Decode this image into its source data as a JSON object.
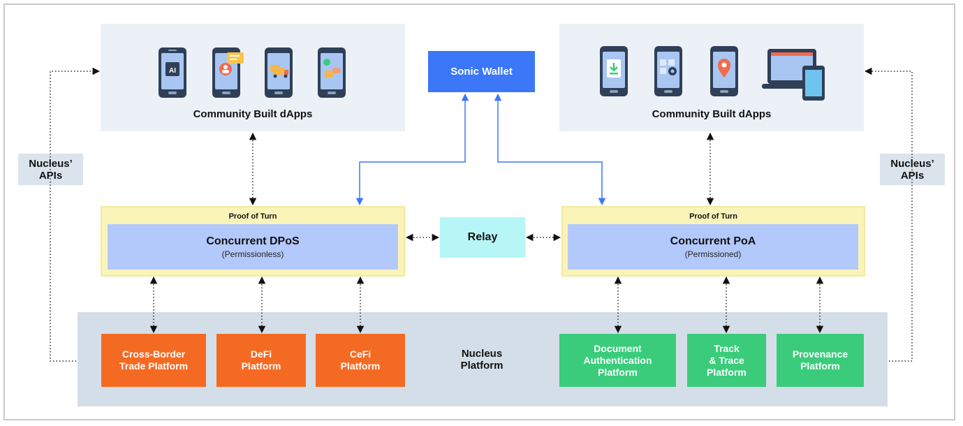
{
  "dapps_left": {
    "title": "Community Built dApps",
    "icons": [
      "ai-chip-phone-icon",
      "user-chat-phone-icon",
      "delivery-truck-phone-icon",
      "payment-phone-icon"
    ]
  },
  "dapps_right": {
    "title": "Community Built dApps",
    "icons": [
      "download-document-phone-icon",
      "settings-grid-phone-icon",
      "location-pin-phone-icon",
      "laptop-tablet-icon"
    ]
  },
  "wallet": {
    "label": "Sonic Wallet"
  },
  "apis_left": {
    "line1": "Nucleus’",
    "line2": "APIs"
  },
  "apis_right": {
    "line1": "Nucleus’",
    "line2": "APIs"
  },
  "left_chain": {
    "header": "Proof of Turn",
    "title": "Concurrent DPoS",
    "subtitle": "(Permissionless)"
  },
  "right_chain": {
    "header": "Proof of Turn",
    "title": "Concurrent PoA",
    "subtitle": "(Permissioned)"
  },
  "relay": {
    "label": "Relay"
  },
  "nucleus": {
    "label_line1": "Nucleus",
    "label_line2": "Platform",
    "left_platforms": [
      {
        "line1": "Cross-Border",
        "line2": "Trade Platform"
      },
      {
        "line1": "DeFi",
        "line2": "Platform"
      },
      {
        "line1": "CeFi",
        "line2": "Platform"
      }
    ],
    "right_platforms": [
      {
        "line1": "Document",
        "line2": "Authentication",
        "line3": "Platform"
      },
      {
        "line1": "Track",
        "line2": "& Trace",
        "line3": "Platform"
      },
      {
        "line1": "Provenance",
        "line2": "Platform"
      }
    ]
  },
  "colors": {
    "wallet": "#3b77f6",
    "proof_of_turn": "#fbf4b8",
    "consensus": "#b3c9fc",
    "relay": "#b6f6f6",
    "nucleus": "#d4dee8",
    "orange_platform": "#f56a22",
    "green_platform": "#3acc7b",
    "dapp_bg": "#ebf1f6"
  }
}
